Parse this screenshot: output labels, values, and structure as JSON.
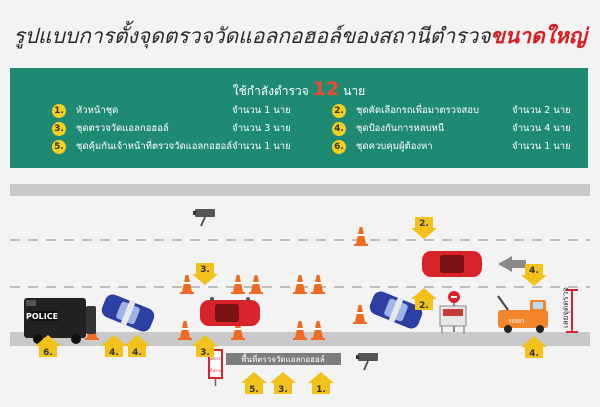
{
  "title": {
    "main": "รูปแบบการตั้งจุดตรวจวัดแอลกอฮอล์ของสถานีตำรวจ",
    "highlight": "ขนาดใหญ่"
  },
  "force": {
    "label": "ใช้กำลังตำรวจ",
    "number": "12",
    "unit": "นาย"
  },
  "roles": [
    {
      "num": "1.",
      "name": "หัวหน้าชุด",
      "count": "จำนวน 1 นาย"
    },
    {
      "num": "2.",
      "name": "ชุดคัดเลือกรถเพื่อมาตรวจสอบ",
      "count": "จำนวน 2 นาย"
    },
    {
      "num": "3.",
      "name": "ชุดตรวจวัดแอลกอฮอล์",
      "count": "จำนวน 3 นาย"
    },
    {
      "num": "4.",
      "name": "ชุดป้องกันการหลบหนี",
      "count": "จำนวน 4 นาย"
    },
    {
      "num": "5.",
      "name": "ชุดคุ้มกันเจ้าหน้าที่ตรวจวัดแอลกอฮอล์",
      "count": "จำนวน 1 นาย"
    },
    {
      "num": "6.",
      "name": "ชุดควบคุมผู้ต้องหา",
      "count": "จำนวน 1 นาย"
    }
  ],
  "scene": {
    "police_label": "POLICE",
    "station_label": "พื้นที่ตรวจวัดแอลกอฮอล์",
    "sign_top": "จุดตรวจ",
    "sign_bottom": "ตั้งด่าน",
    "truck_label": "รถยก",
    "end_label": "เลยจุดตรวจ",
    "markers": {
      "m1": "1.",
      "m2a": "2.",
      "m2b": "2.",
      "m3a": "3.",
      "m3b": "3.",
      "m3c": "3.",
      "m4a": "4.",
      "m4b": "4.",
      "m4c": "4.",
      "m4d": "4.",
      "m5": "5.",
      "m6": "6."
    }
  },
  "colors": {
    "panel": "#1f8a74",
    "badge": "#f5cf1e",
    "highlight": "#d81c22",
    "arrow": "#f2c21b"
  }
}
